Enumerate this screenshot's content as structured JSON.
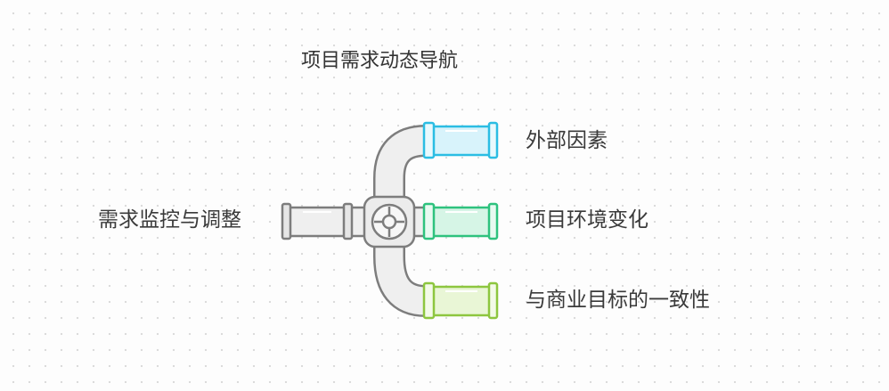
{
  "diagram": {
    "title": "项目需求动态导航",
    "source": {
      "label": "需求监控与调整"
    },
    "branches": [
      {
        "label": "外部因素",
        "color": "#2bbde3",
        "fill": "#d8f3fb"
      },
      {
        "label": "项目环境变化",
        "color": "#2ec27e",
        "fill": "#d6f5e6"
      },
      {
        "label": "与商业目标的一致性",
        "color": "#8dc63f",
        "fill": "#e9f6d6"
      }
    ],
    "pipe_color": "#7d7d7d",
    "pipe_fill": "#efefef"
  }
}
